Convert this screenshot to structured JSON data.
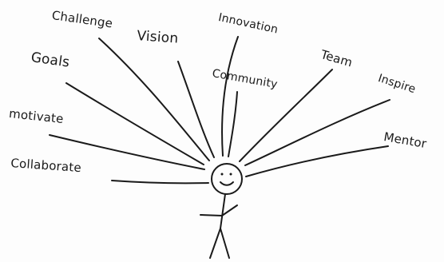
{
  "words": {
    "goals": "Goals",
    "challenge": "Challenge",
    "vision": "Vision",
    "innovation": "Innovation",
    "community": "Community",
    "team": "Team",
    "inspire": "Inspire",
    "motivate": "motivate",
    "mentor": "Mentor",
    "collaborate": "Collaborate"
  },
  "colors": {
    "ink": "#1a1a1a",
    "paper": "#fdfdfd"
  }
}
